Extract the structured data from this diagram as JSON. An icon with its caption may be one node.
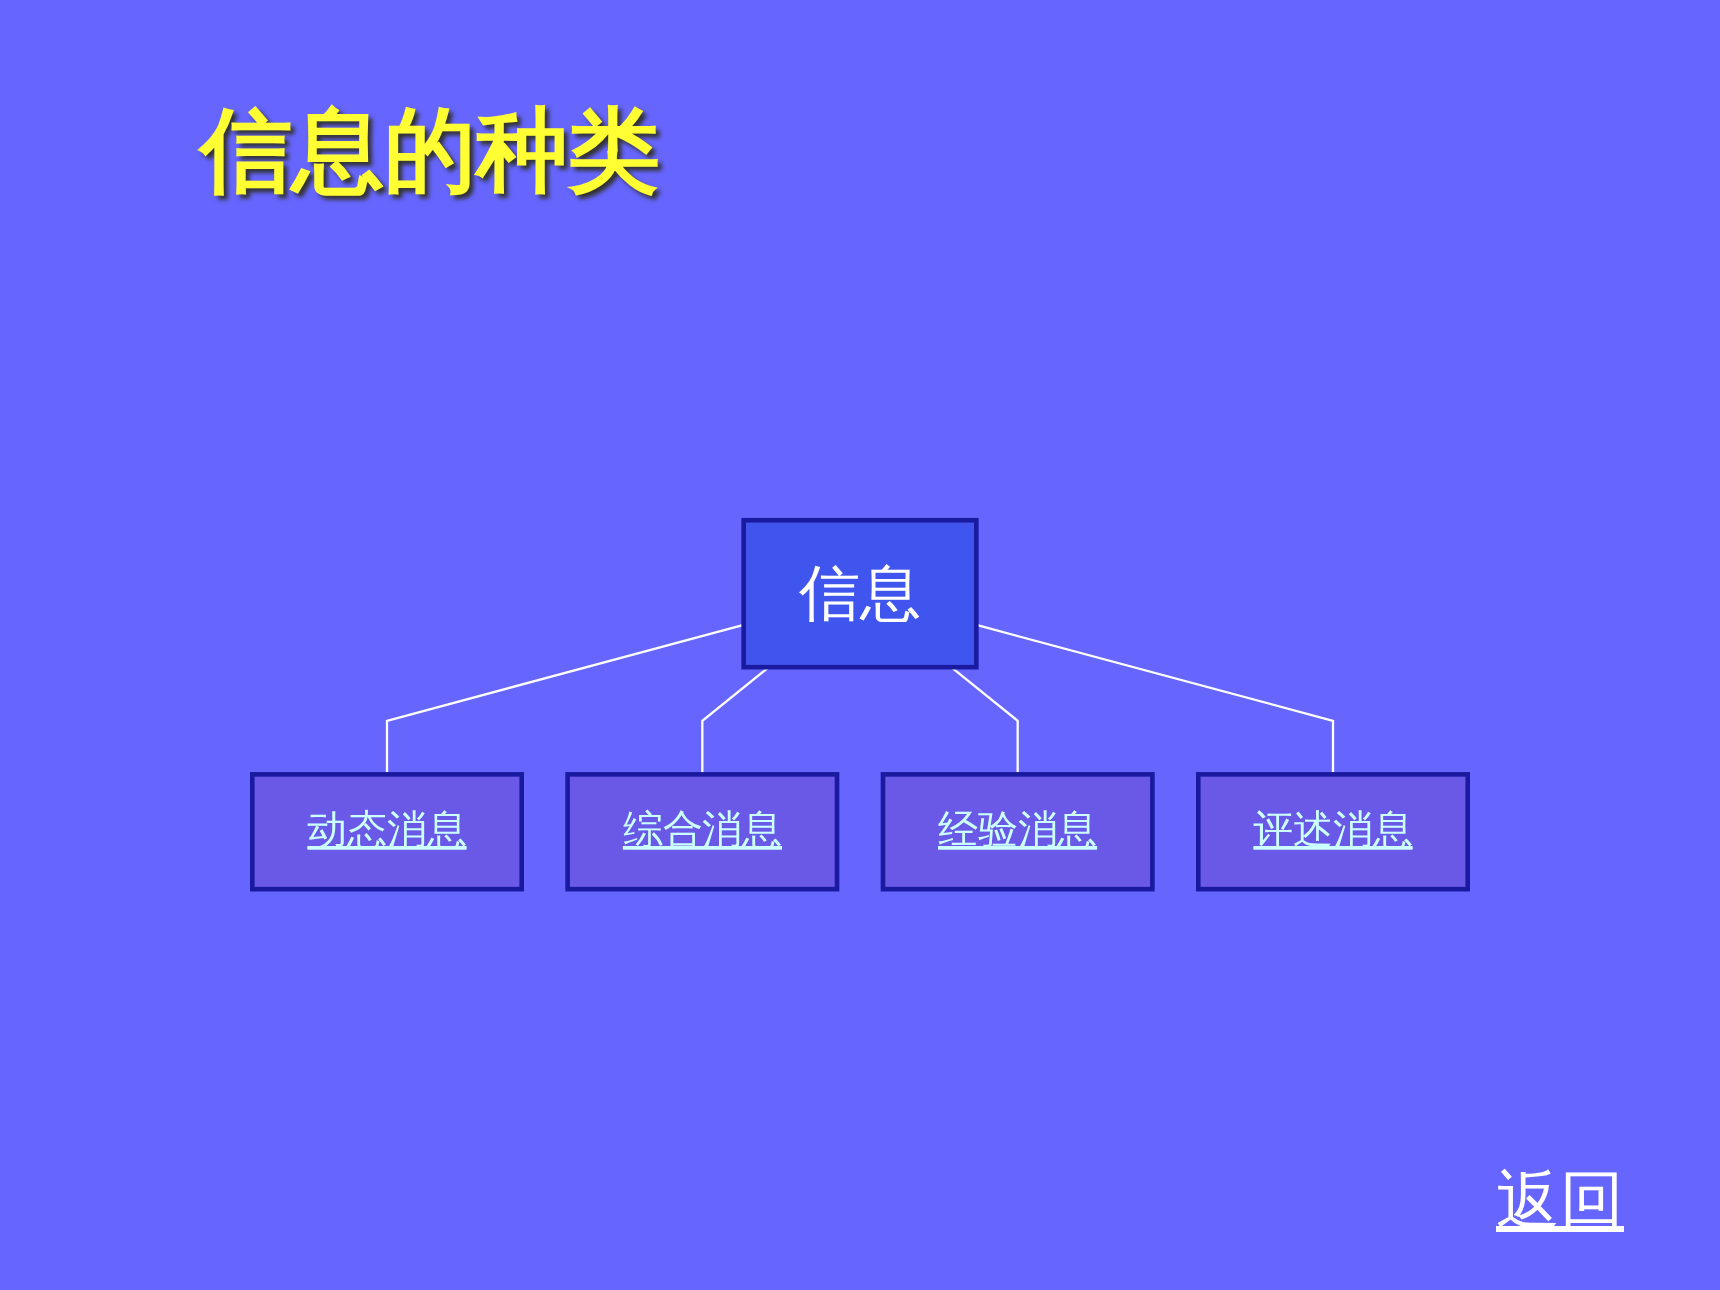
{
  "diagram": {
    "title": "信息的种类",
    "nodes": [
      {
        "text": [
          "信息"
        ]
      },
      {
        "text": [
          "动态消息"
        ]
      },
      {
        "text": [
          "综合消息"
        ]
      },
      {
        "text": [
          "经验消息"
        ]
      },
      {
        "text": [
          "评述消息"
        ]
      }
    ],
    "edges": [
      {
        "from": 0,
        "to": 1,
        "arrow": "none"
      },
      {
        "from": 0,
        "to": 2,
        "arrow": "none"
      },
      {
        "from": 0,
        "to": 3,
        "arrow": "none"
      },
      {
        "from": 0,
        "to": 4,
        "arrow": "none"
      }
    ],
    "labels": [
      "返回"
    ]
  }
}
